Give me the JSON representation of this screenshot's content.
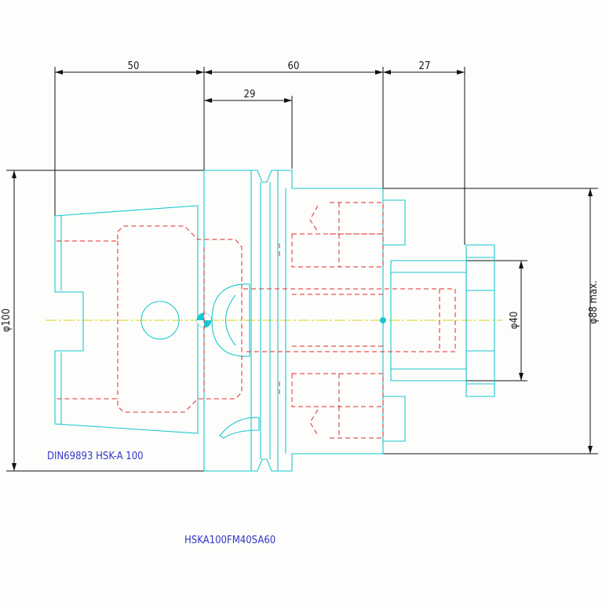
{
  "drawing": {
    "dimensions": {
      "d50": "50",
      "d60": "60",
      "d27": "27",
      "d29": "29",
      "dia100": "φ100",
      "dia40": "φ40",
      "dia88": "φ88 max."
    },
    "labels": {
      "standard": "DIN69893 HSK-A 100",
      "part_number": "HSKA100FM40SA60"
    },
    "colors": {
      "outline": "#19c8d0",
      "hidden": "#e02a2a",
      "centerline": "#d9d41a",
      "dimension": "#111111",
      "label": "#3535c8"
    }
  }
}
